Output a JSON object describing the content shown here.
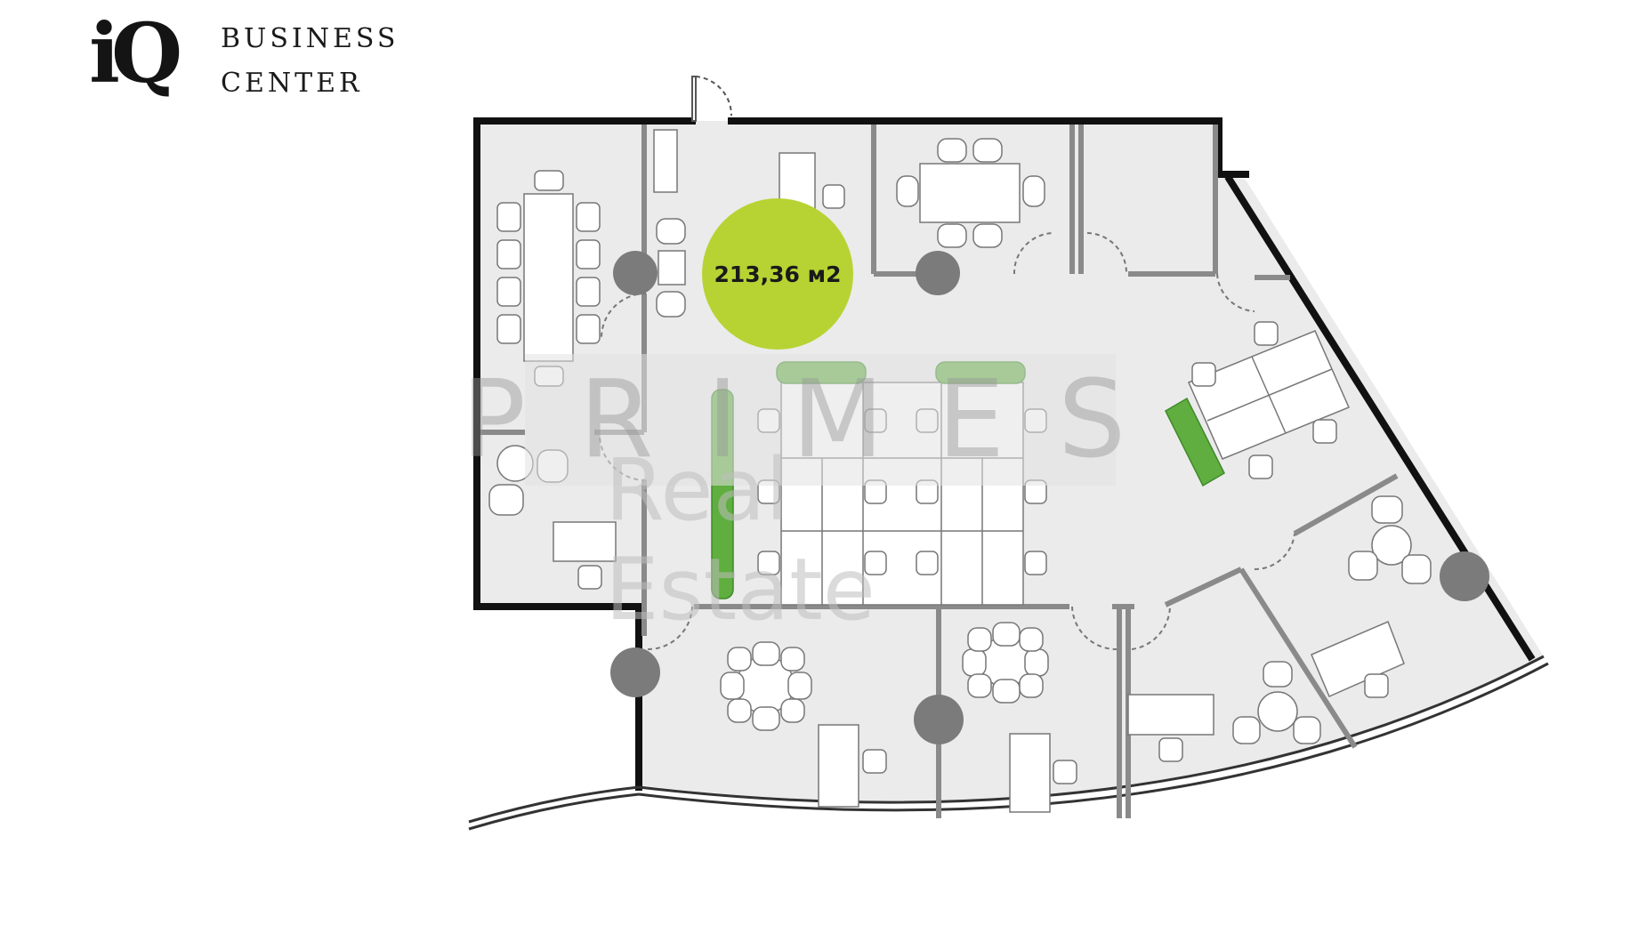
{
  "logo": {
    "mark": "iQ",
    "line1": "BUSINESS",
    "line2": "CENTER"
  },
  "area": {
    "label": "213,36 м2"
  },
  "watermark": {
    "line1": "PRIMES",
    "line2": "Real Estate"
  },
  "colors": {
    "floor": "#ebebeb",
    "wall": "#111111",
    "partition": "#8a8a8a",
    "column": "#7b7b7b",
    "accent": "#b7d333",
    "plant": "#5fae3f",
    "furniture": "#ffffff"
  }
}
